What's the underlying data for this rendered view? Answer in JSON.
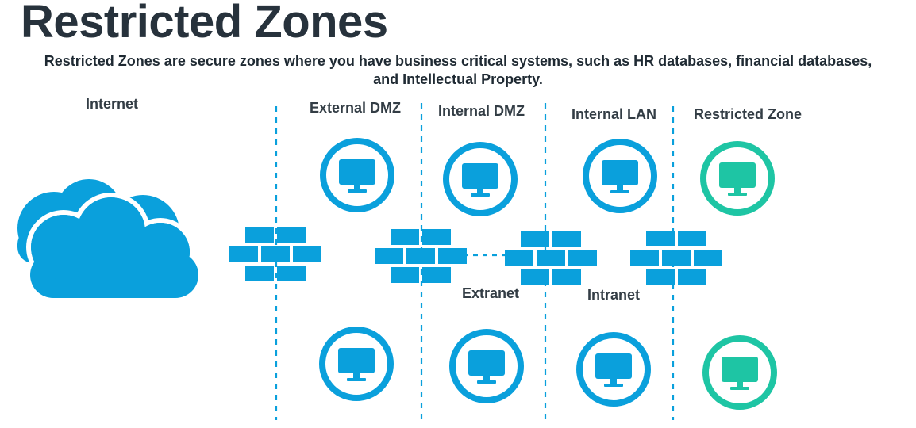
{
  "title": "Restricted Zones",
  "subtitle": {
    "line1": "Restricted Zones are secure zones where you have business critical systems, such as HR databases, financial databases,",
    "line2": "and Intellectual Property."
  },
  "zones": {
    "internet": "Internet",
    "external_dmz": "External DMZ",
    "internal_dmz": "Internal DMZ",
    "internal_lan": "Internal LAN",
    "restricted_zone": "Restricted Zone"
  },
  "network_labels": {
    "extranet": "Extranet",
    "intranet": "Intranet"
  },
  "icons": {
    "cloud": "cloud-icon",
    "firewall": "firewall-brick-icon",
    "computer": "monitor-icon"
  },
  "colors": {
    "primary_blue": "#0aa0dc",
    "restricted_teal": "#1ec5a4",
    "title": "#27323c",
    "divider": "#0aa0dc"
  }
}
